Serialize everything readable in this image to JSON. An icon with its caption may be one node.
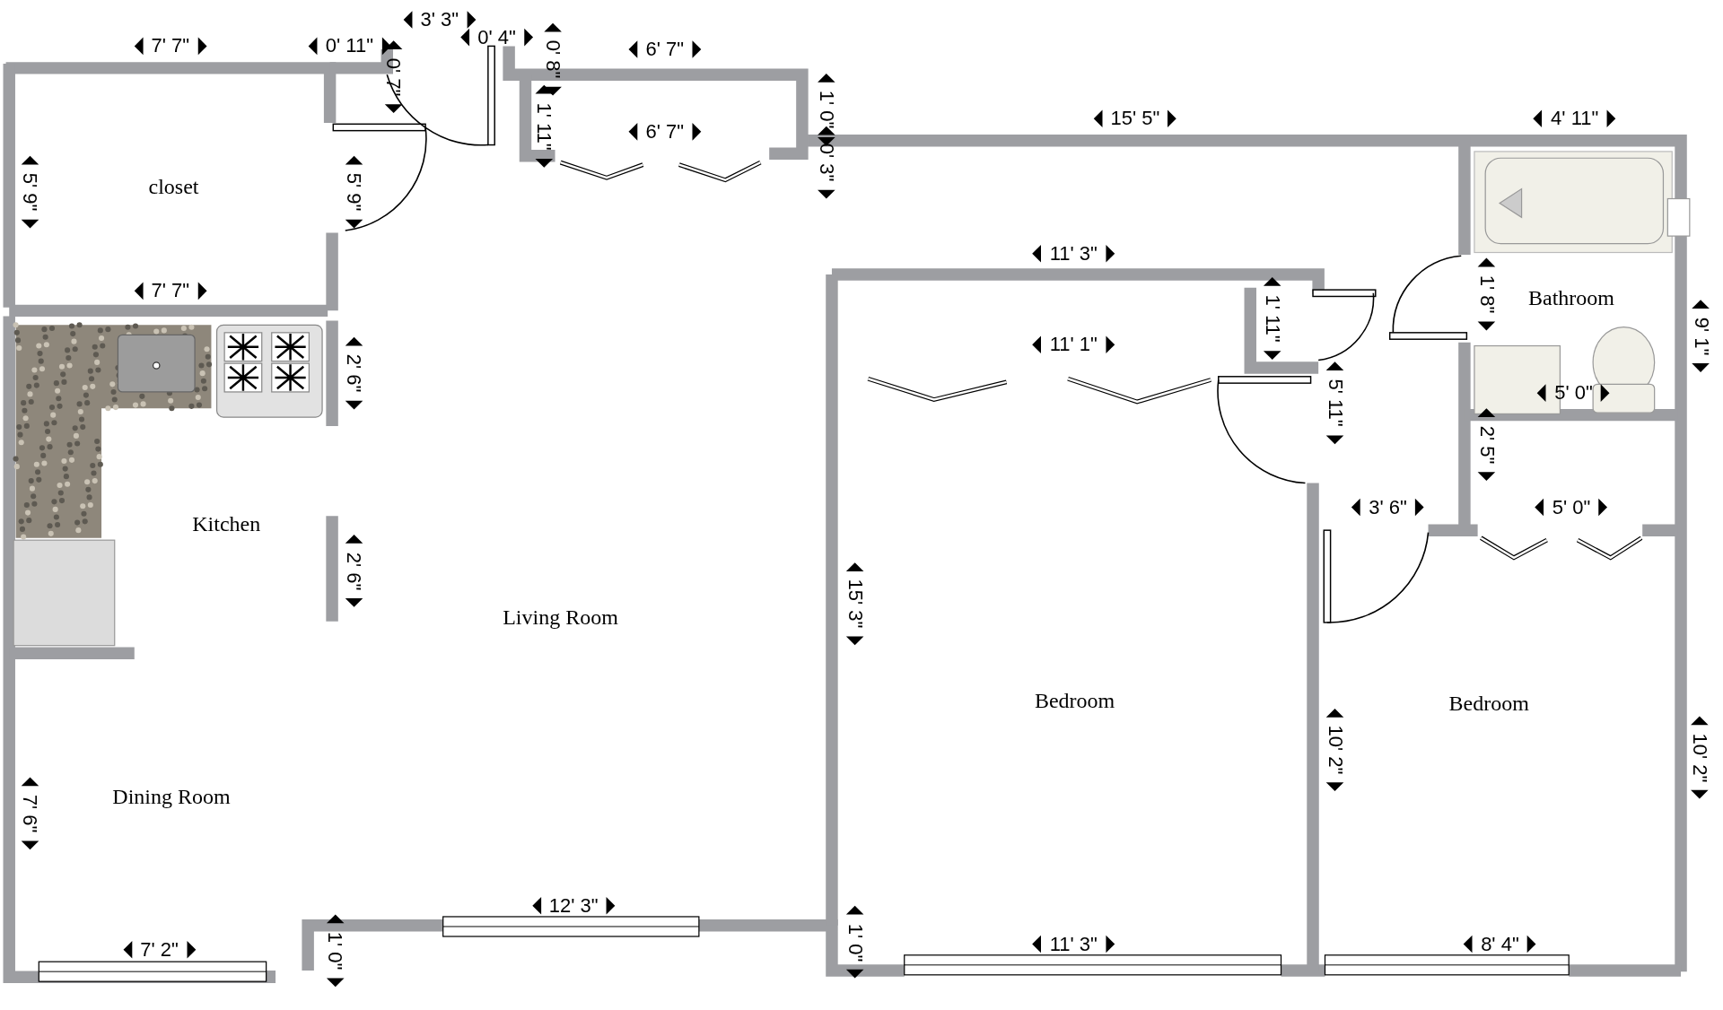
{
  "diagram": {
    "labels": [
      "3' 3\"",
      "7' 7\"",
      "0' 11\"",
      "0' 4\"",
      "0' 8\"",
      "6' 7\"",
      "0' 7\"",
      "15' 5\"",
      "4' 11\"",
      "1' 11\"",
      "6' 7\"",
      "1' 0\"",
      "0' 3\"",
      "closet",
      "5' 9\"",
      "5' 9\"",
      "11' 3\"",
      "7' 7\"",
      "Bathroom",
      "1' 11\"",
      "1' 8\"",
      "9' 1\"",
      "11' 1\"",
      "2' 6\"",
      "5' 11\"",
      "5' 0\"",
      "2' 5\"",
      "Kitchen",
      "3' 6\"",
      "5' 0\"",
      "2' 6\"",
      "15' 3\"",
      "Living Room",
      "Bedroom",
      "Bedroom",
      "10' 2\"",
      "10' 2\"",
      "Dining Room",
      "7' 6\"",
      "12' 3\"",
      "1' 0\"",
      "1' 0\"",
      "11' 3\"",
      "8' 4\"",
      "7' 2\""
    ]
  }
}
